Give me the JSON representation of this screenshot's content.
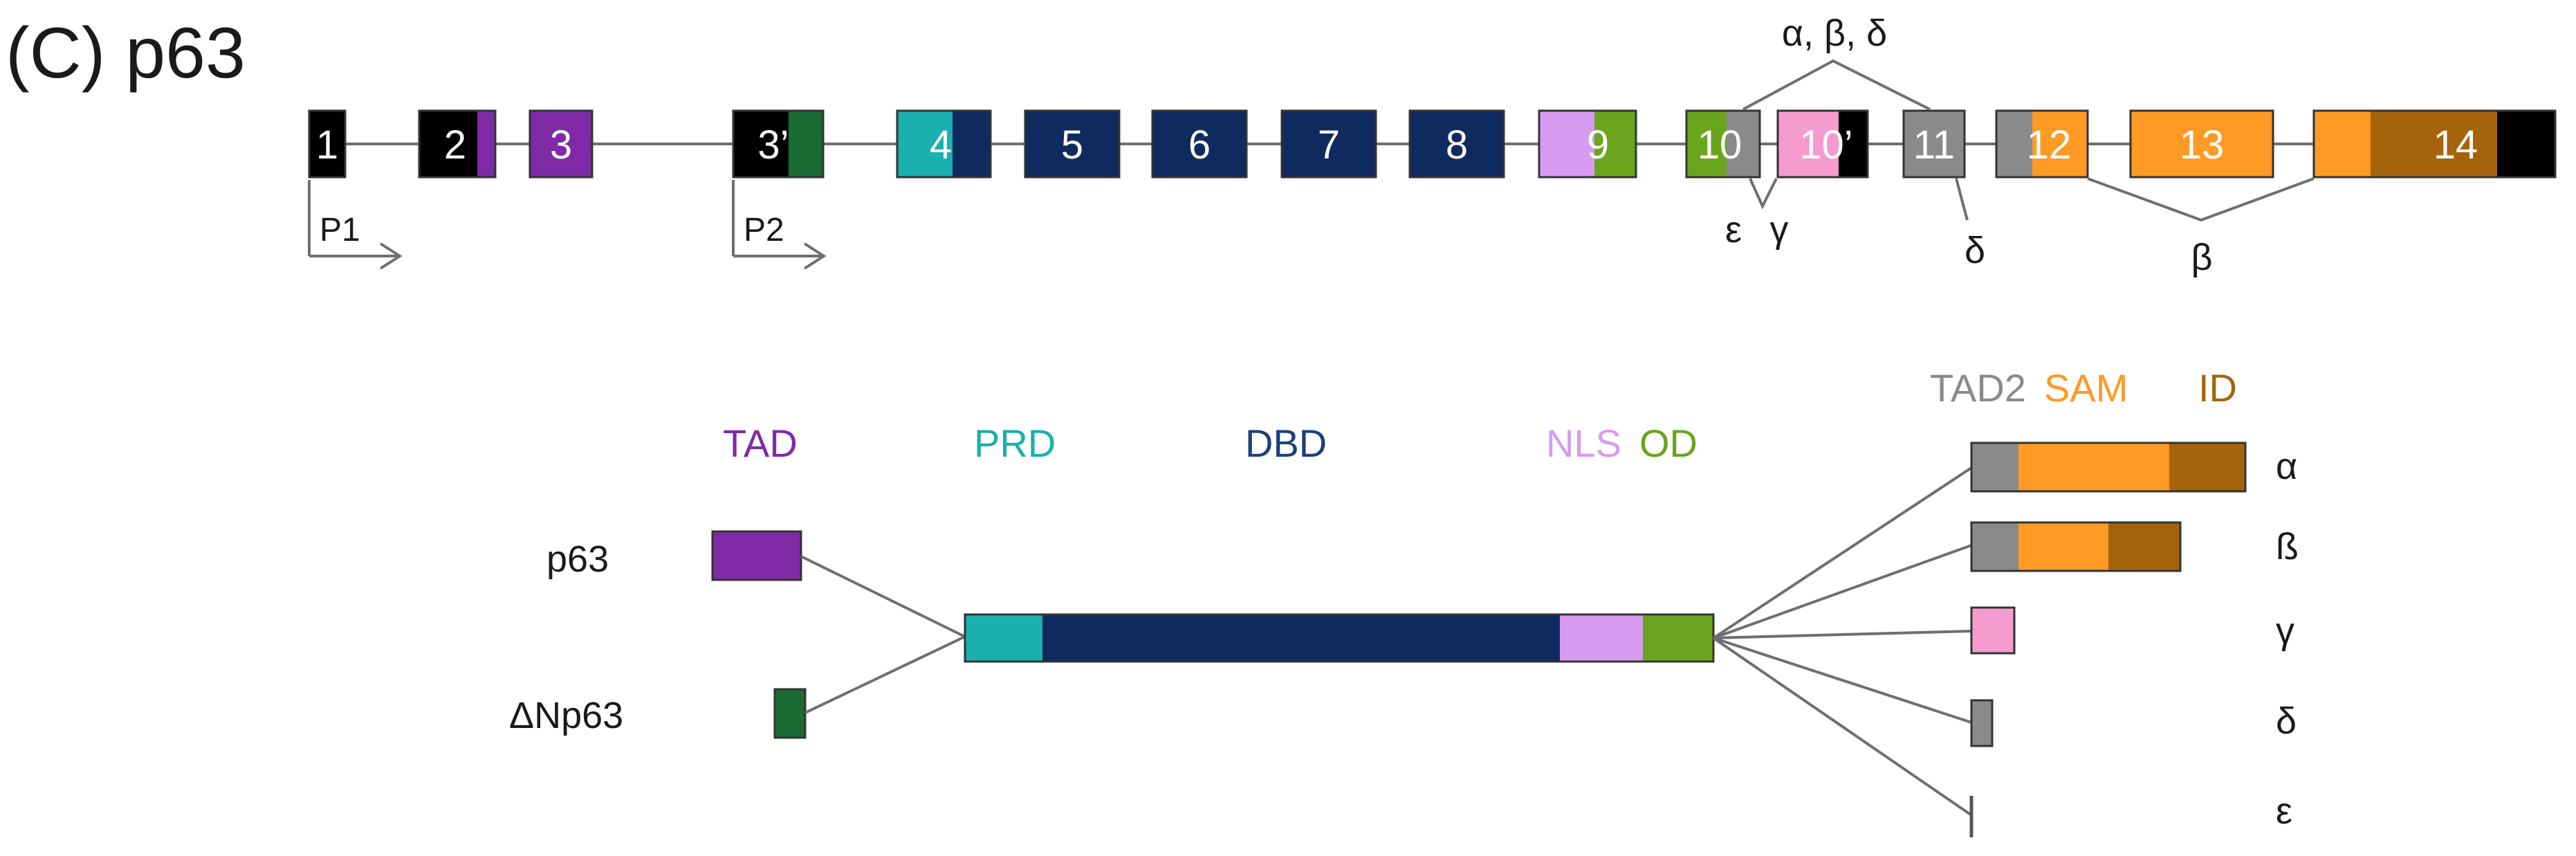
{
  "title": "(C) p63",
  "colors": {
    "black": "#000000",
    "purple": "#7f2aa6",
    "green": "#1b6b34",
    "teal": "#19b0ad",
    "navy": "#0f2a5e",
    "lilac": "#d79bf1",
    "olive": "#6aa51d",
    "gray": "#8a8a8a",
    "pink": "#f59bd0",
    "orange": "#ff9a25",
    "brown": "#a5640b"
  },
  "exons": [
    "1",
    "2",
    "3",
    "3’",
    "4",
    "5",
    "6",
    "7",
    "8",
    "9",
    "10",
    "10’",
    "11",
    "12",
    "13",
    "14"
  ],
  "promoters": [
    "P1",
    "P2"
  ],
  "splice_labels": {
    "top": "α, β, δ",
    "epsilon": "ε",
    "gamma": "γ",
    "delta": "δ",
    "beta": "β"
  },
  "domains": {
    "tad": "TAD",
    "prd": "PRD",
    "dbd": "DBD",
    "nls": "NLS",
    "od": "OD",
    "tad2": "TAD2",
    "sam": "SAM",
    "id": "ID"
  },
  "proteins": {
    "p63": "p63",
    "dnp63": "ΔNp63"
  },
  "isoforms": [
    "α",
    "ß",
    "γ",
    "δ",
    "ε"
  ]
}
